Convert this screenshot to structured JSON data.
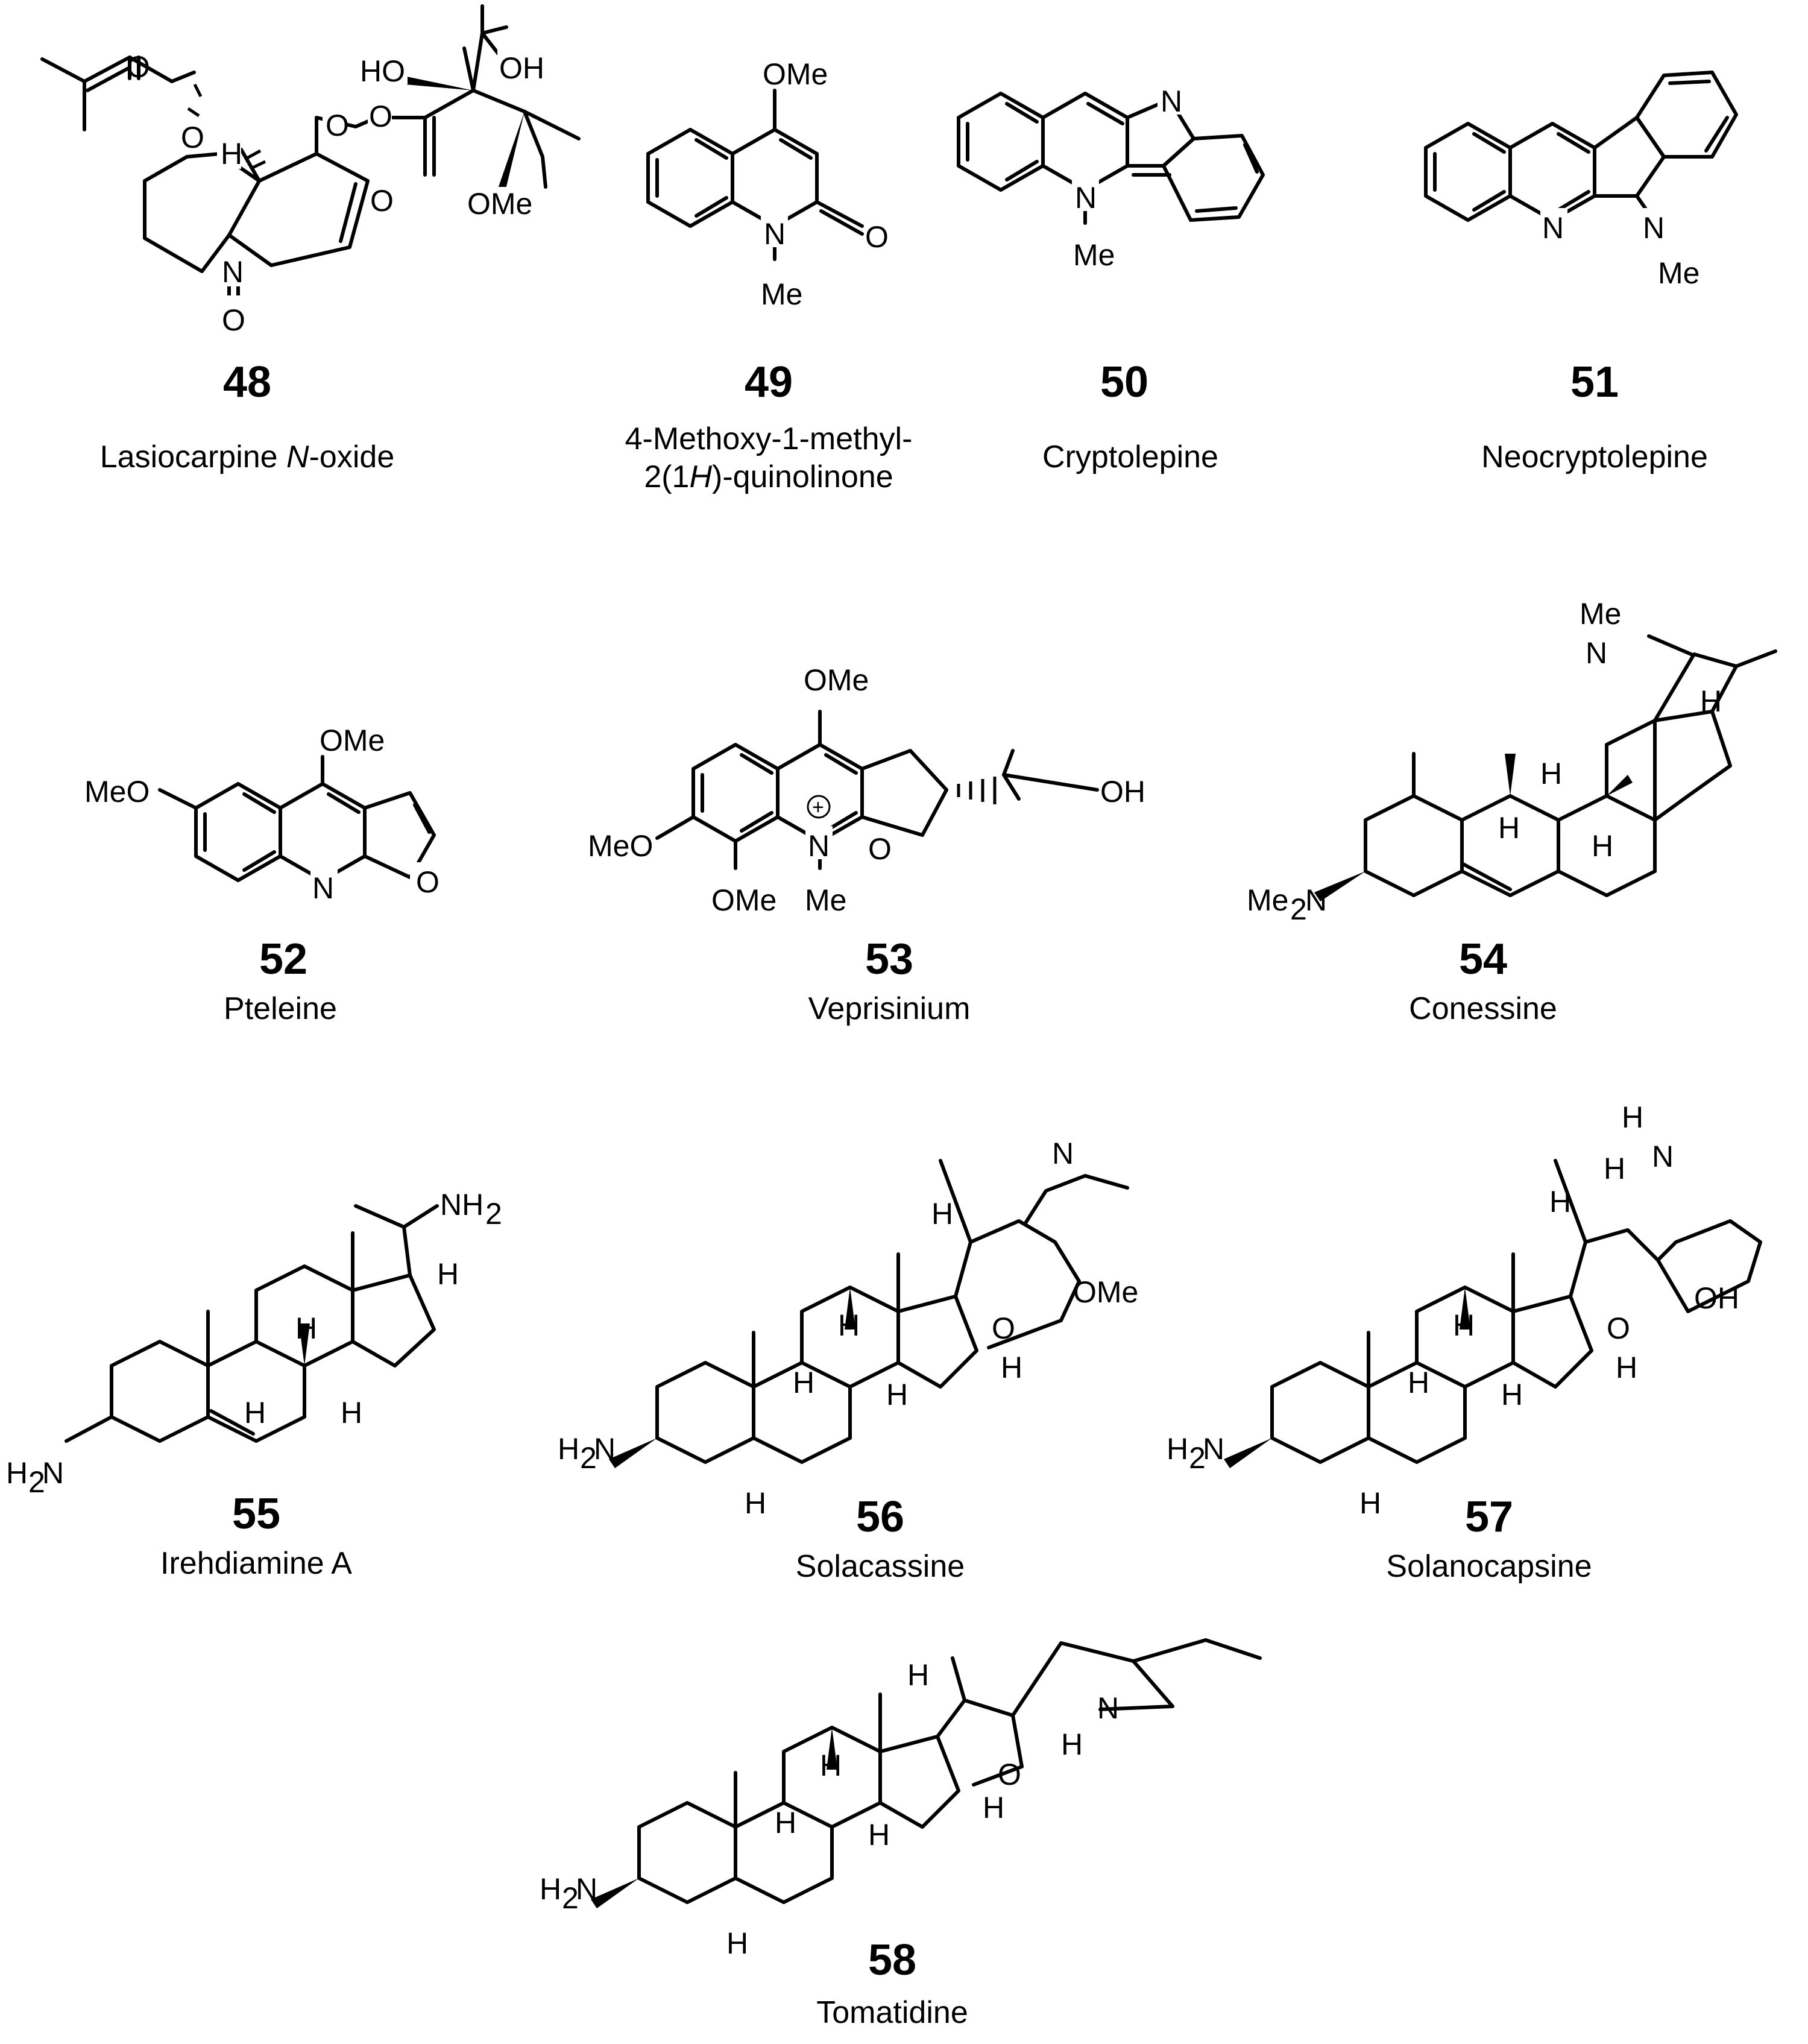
{
  "compounds": [
    {
      "number": "48",
      "name_parts": [
        "Lasiocarpine ",
        "N",
        "-oxide"
      ]
    },
    {
      "number": "49",
      "name_line1": "4-Methoxy-1-methyl-",
      "name_line2_parts": [
        "2(1",
        "H",
        ")-quinolinone"
      ]
    },
    {
      "number": "50",
      "name": "Cryptolepine"
    },
    {
      "number": "51",
      "name": "Neocryptolepine"
    },
    {
      "number": "52",
      "name": "Pteleine"
    },
    {
      "number": "53",
      "name": "Veprisinium"
    },
    {
      "number": "54",
      "name": "Conessine"
    },
    {
      "number": "55",
      "name": "Irehdiamine A"
    },
    {
      "number": "56",
      "name": "Solacassine"
    },
    {
      "number": "57",
      "name": "Solanocapsine"
    },
    {
      "number": "58",
      "name": "Tomatidine"
    }
  ],
  "atom_labels": {
    "o": "O",
    "n": "N",
    "h": "H",
    "oh": "OH",
    "ho": "HO",
    "ome": "OMe",
    "meo": "MeO",
    "me": "Me",
    "nh2": "NH",
    "h2n": "H",
    "two": "2",
    "me2n": "Me",
    "plus": "+"
  }
}
